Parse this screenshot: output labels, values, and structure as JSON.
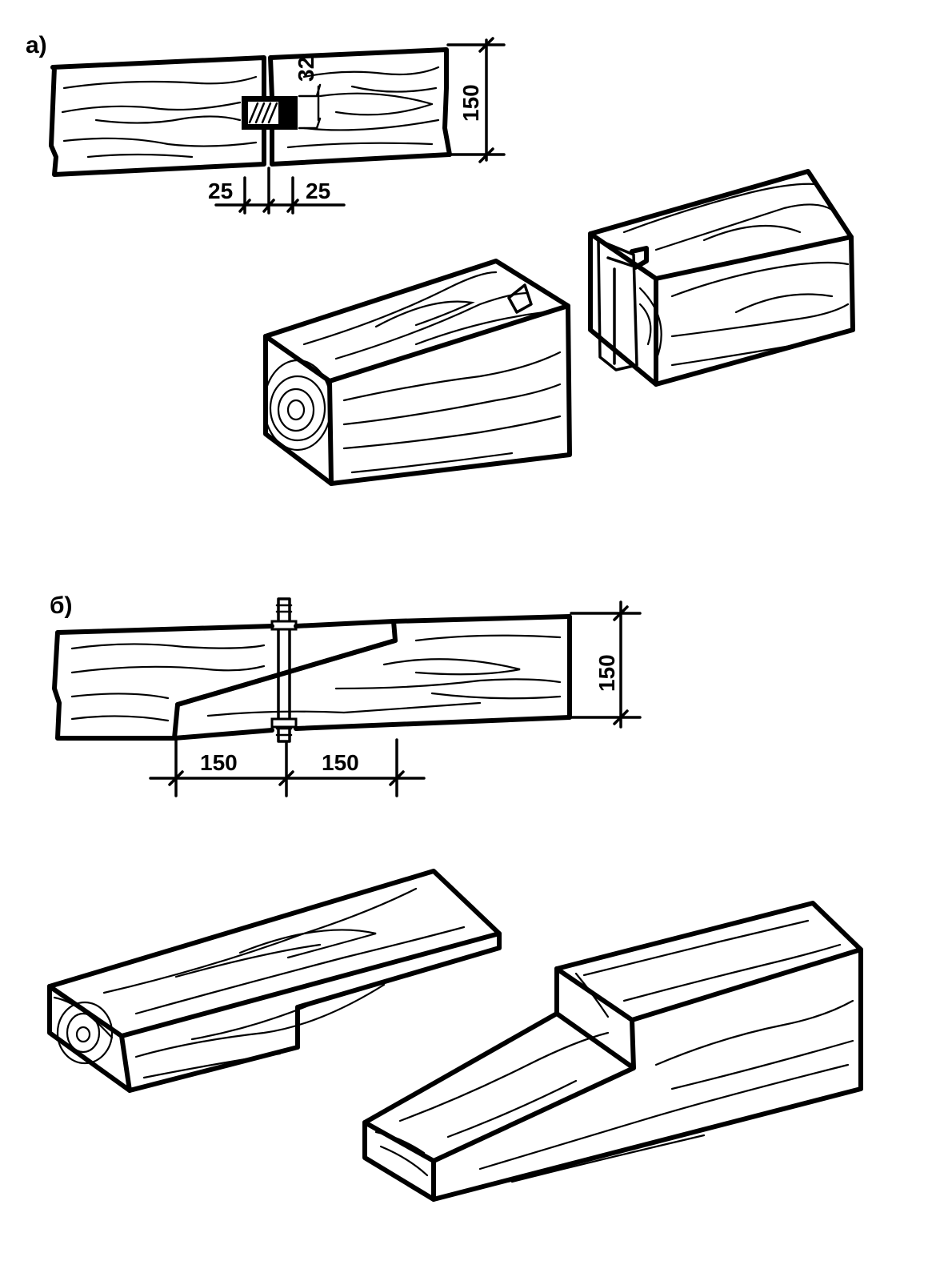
{
  "figure_a": {
    "label": "а)",
    "dims": {
      "height": "150",
      "tenon": "32",
      "left_offset": "25",
      "right_offset": "25"
    }
  },
  "figure_b": {
    "label": "б)",
    "dims": {
      "height": "150",
      "left_length": "150",
      "right_length": "150"
    }
  }
}
